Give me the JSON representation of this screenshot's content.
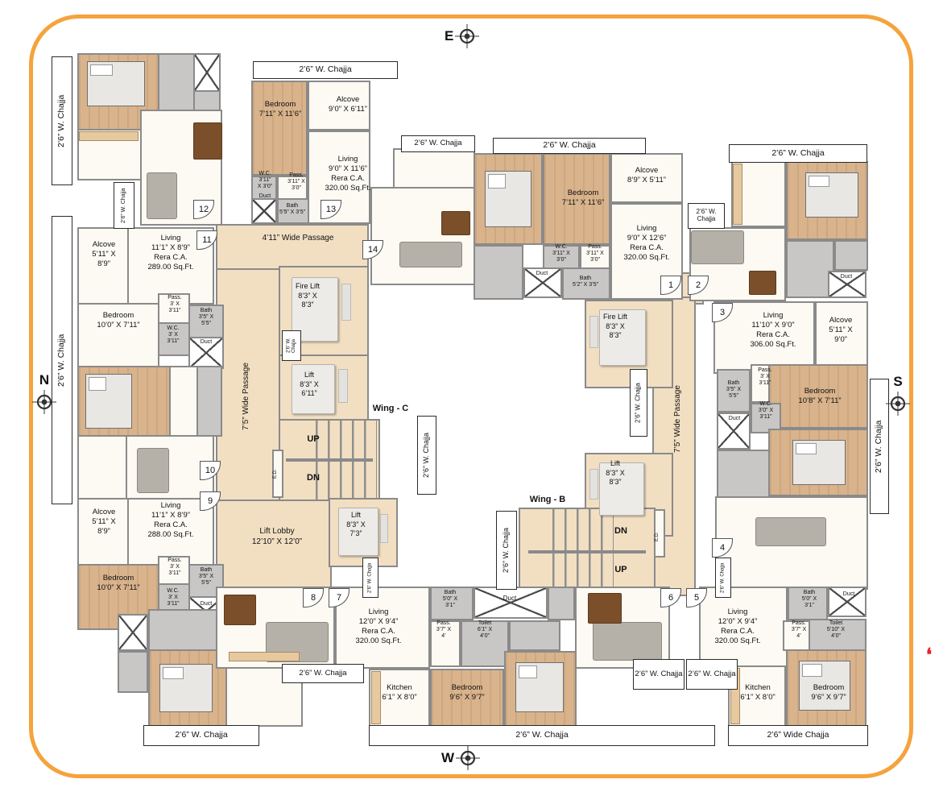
{
  "compass": {
    "e": "E",
    "w": "W",
    "n": "N",
    "s": "S"
  },
  "wings": {
    "c": "Wing - C",
    "b": "Wing - B"
  },
  "stair": {
    "up": "UP",
    "dn": "DN",
    "ed": "E.D."
  },
  "pass": {
    "p411": "4’11” Wide Passage",
    "p75": "7’5” Wide Passage",
    "lobby": "Lift Lobby\n12’10” X 12’0”"
  },
  "lift": {
    "fire": "Fire Lift\n8’3” X\n8’3”",
    "l611": "Lift\n8’3” X\n6’11”",
    "l73": "Lift\n8’3” X\n7’3”",
    "l83": "Lift\n8’3” X\n8’3”"
  },
  "chajja": {
    "std": "2’6” W. Chajja",
    "wide": "2’6” Wide Chajja"
  },
  "duct": "Duct",
  "frag": "❛",
  "doors": {
    "d1": "1",
    "d2": "2",
    "d3": "3",
    "d4": "4",
    "d5": "5",
    "d6": "6",
    "d7": "7",
    "d8": "8",
    "d9": "9",
    "d10": "10",
    "d11": "11",
    "d12": "12",
    "d13": "13",
    "d14": "14"
  },
  "rooms": {
    "u13_bedroom": "Bedroom\n7’11” X 11’6”",
    "u13_alcove": "Alcove\n9’0” X 6’11”",
    "u13_living": "Living\n9’0” X 11’6”\nRera C.A.\n320.00 Sq.Ft.",
    "u13_wc": "W.C.\n3’11”\nX 3’0”",
    "u13_pass": "Pass.\n3’11” X\n3’0”",
    "u13_bath": "Bath\n5’5” X 3’5”",
    "u11_alcove": "Alcove\n5’11” X\n8’9”",
    "u11_living": "Living\n11’1” X 8’9”\nRera C.A.\n289.00 Sq.Ft.",
    "u11_bedroom": "Bedroom\n10’0” X 7’11”",
    "u11_pass": "Pass.\n3’ X\n3’11”",
    "u11_bath": "Bath\n3’5” X\n5’5”",
    "u11_wc": "W.C.\n3’ X\n3’11”",
    "u9_alcove": "Alcove\n5’11” X\n8’9”",
    "u9_living": "Living\n11’1” X 8’9”\nRera C.A.\n288.00 Sq.Ft.",
    "u9_bedroom": "Bedroom\n10’0” X 7’11”",
    "u9_pass": "Pass.\n3’ X\n3’11”",
    "u9_bath": "Bath\n3’5” X\n5’5”",
    "u9_wc": "W.C.\n3’ X\n3’11”",
    "u1_bedroom": "Bedroom\n7’11” X 11’6”",
    "u1_alcove": "Alcove\n8’9” X 5’11”",
    "u1_living": "Living\n9’0” X 12’6”\nRera C.A.\n320.00 Sq.Ft.",
    "u1_wc": "W.C.\n3’11” X\n3’0”",
    "u1_pass": "Pass.\n3’11” X\n3’0”",
    "u1_bath": "Bath\n5’2” X 3’5”",
    "u3_living": "Living\n11’10” X 9’0”\nRera C.A.\n306.00 Sq.Ft.",
    "u3_alcove": "Alcove\n5’11” X\n9’0”",
    "u4_bath": "Bath\n3’5” X\n5’5”",
    "u4_pass": "Pass.\n3’ X\n3’11”",
    "u4_wc": "W.C.\n3’0” X\n3’11”",
    "u4_bedroom": "Bedroom\n10’8” X 7’11”",
    "u7_living": "Living\n12’0” X 9’4”\nRera C.A.\n320.00 Sq.Ft.",
    "u7_bath": "Bath\n5’0” X\n3’1”",
    "u7_pass": "Pass.\n3’7” X\n4’",
    "u7_toilet": "Toilet\n6’1” X\n4’0”",
    "u7_kitchen": "Kitchen\n6’1” X 8’0”",
    "u7_bedroom": "Bedroom\n9’6” X 9’7”",
    "u5_living": "Living\n12’0” X 9’4”\nRera C.A.\n320.00 Sq.Ft.",
    "u5_bath": "Bath\n5’0” X\n3’1”",
    "u5_pass": "Pass.\n3’7” X\n4’",
    "u5_toilet": "Toilet\n5’10” X\n4’0”",
    "u5_kitchen": "Kitchen\n6’1” X 8’0”",
    "u5_bedroom": "Bedroom\n9’6” X 9’7”"
  }
}
